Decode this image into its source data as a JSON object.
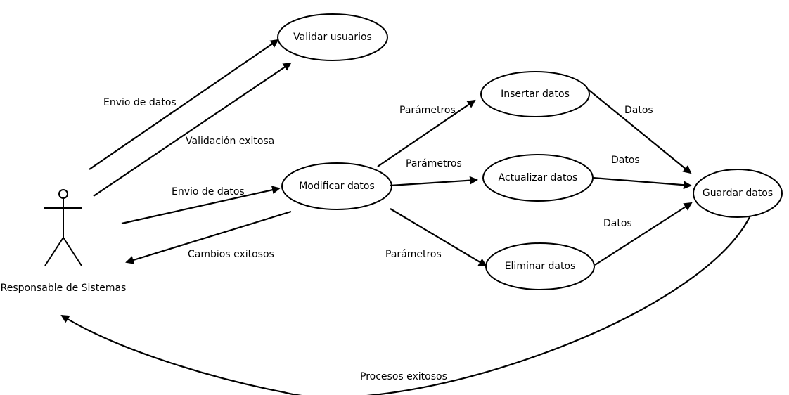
{
  "actor": {
    "name": "Responsable de Sistemas"
  },
  "nodes": {
    "validar": {
      "label": "Validar usuarios"
    },
    "modificar": {
      "label": "Modificar datos"
    },
    "insertar": {
      "label": "Insertar datos"
    },
    "actualizar": {
      "label": "Actualizar datos"
    },
    "eliminar": {
      "label": "Eliminar datos"
    },
    "guardar": {
      "label": "Guardar datos"
    }
  },
  "edges": [
    {
      "id": "e1",
      "from": "actor",
      "to": "validar",
      "label": "Envio de datos"
    },
    {
      "id": "e2",
      "from": "actor",
      "to": "validar",
      "label": "Validación exitosa"
    },
    {
      "id": "e3",
      "from": "actor",
      "to": "modificar",
      "label": "Envio de datos"
    },
    {
      "id": "e4",
      "from": "modificar",
      "to": "actor",
      "label": "Cambios exitosos"
    },
    {
      "id": "e5",
      "from": "modificar",
      "to": "insertar",
      "label": "Parámetros"
    },
    {
      "id": "e6",
      "from": "modificar",
      "to": "actualizar",
      "label": "Parámetros"
    },
    {
      "id": "e7",
      "from": "modificar",
      "to": "eliminar",
      "label": "Parámetros"
    },
    {
      "id": "e8",
      "from": "insertar",
      "to": "guardar",
      "label": "Datos"
    },
    {
      "id": "e9",
      "from": "actualizar",
      "to": "guardar",
      "label": "Datos"
    },
    {
      "id": "e10",
      "from": "eliminar",
      "to": "guardar",
      "label": "Datos"
    },
    {
      "id": "e11",
      "from": "guardar",
      "to": "actor",
      "label": "Procesos exitosos"
    }
  ]
}
